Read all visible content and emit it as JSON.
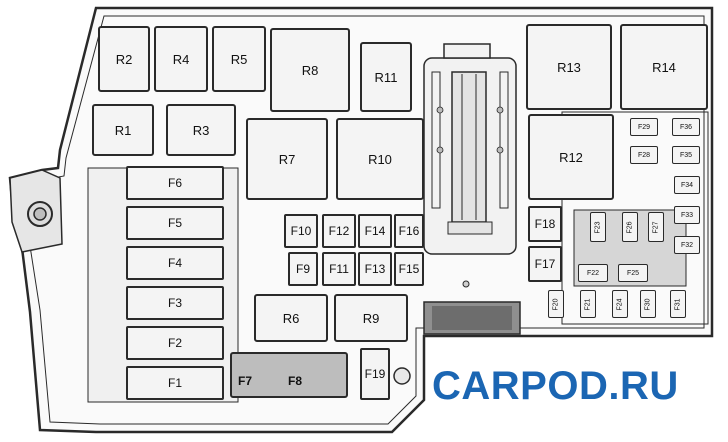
{
  "relays": [
    {
      "id": "r2",
      "label": "R2"
    },
    {
      "id": "r4",
      "label": "R4"
    },
    {
      "id": "r5",
      "label": "R5"
    },
    {
      "id": "r8",
      "label": "R8"
    },
    {
      "id": "r11",
      "label": "R11"
    },
    {
      "id": "r13",
      "label": "R13"
    },
    {
      "id": "r14",
      "label": "R14"
    },
    {
      "id": "r1",
      "label": "R1"
    },
    {
      "id": "r3",
      "label": "R3"
    },
    {
      "id": "r7",
      "label": "R7"
    },
    {
      "id": "r10",
      "label": "R10"
    },
    {
      "id": "r12",
      "label": "R12"
    },
    {
      "id": "r6",
      "label": "R6"
    },
    {
      "id": "r9",
      "label": "R9"
    }
  ],
  "large_fuses": [
    {
      "id": "f6",
      "label": "F6"
    },
    {
      "id": "f5",
      "label": "F5"
    },
    {
      "id": "f4",
      "label": "F4"
    },
    {
      "id": "f3",
      "label": "F3"
    },
    {
      "id": "f2",
      "label": "F2"
    },
    {
      "id": "f1",
      "label": "F1"
    }
  ],
  "mid_fuses": [
    {
      "id": "f10",
      "label": "F10"
    },
    {
      "id": "f12",
      "label": "F12"
    },
    {
      "id": "f14",
      "label": "F14"
    },
    {
      "id": "f16",
      "label": "F16"
    },
    {
      "id": "f9",
      "label": "F9"
    },
    {
      "id": "f11",
      "label": "F11"
    },
    {
      "id": "f13",
      "label": "F13"
    },
    {
      "id": "f15",
      "label": "F15"
    },
    {
      "id": "f18",
      "label": "F18"
    },
    {
      "id": "f17",
      "label": "F17"
    },
    {
      "id": "f19",
      "label": "F19"
    }
  ],
  "dark_block": [
    {
      "id": "f7",
      "label": "F7"
    },
    {
      "id": "f8",
      "label": "F8"
    }
  ],
  "mini_fuses": [
    {
      "id": "f29",
      "label": "F29"
    },
    {
      "id": "f36",
      "label": "F36"
    },
    {
      "id": "f28",
      "label": "F28"
    },
    {
      "id": "f35",
      "label": "F35"
    },
    {
      "id": "f34",
      "label": "F34"
    },
    {
      "id": "f33",
      "label": "F33"
    },
    {
      "id": "f32",
      "label": "F32"
    },
    {
      "id": "f23",
      "label": "F23"
    },
    {
      "id": "f26",
      "label": "F26"
    },
    {
      "id": "f27",
      "label": "F27"
    },
    {
      "id": "f22",
      "label": "F22"
    },
    {
      "id": "f25",
      "label": "F25"
    },
    {
      "id": "f20",
      "label": "F20"
    },
    {
      "id": "f21",
      "label": "F21"
    },
    {
      "id": "f24",
      "label": "F24"
    },
    {
      "id": "f30",
      "label": "F30"
    },
    {
      "id": "f31",
      "label": "F31"
    }
  ],
  "watermark": "CARPOD.RU",
  "colors": {
    "outline": "#2a2a2a",
    "body": "#f4f4f4",
    "watermark": "#1b66b3",
    "dark_block": "#bdbdbd"
  }
}
